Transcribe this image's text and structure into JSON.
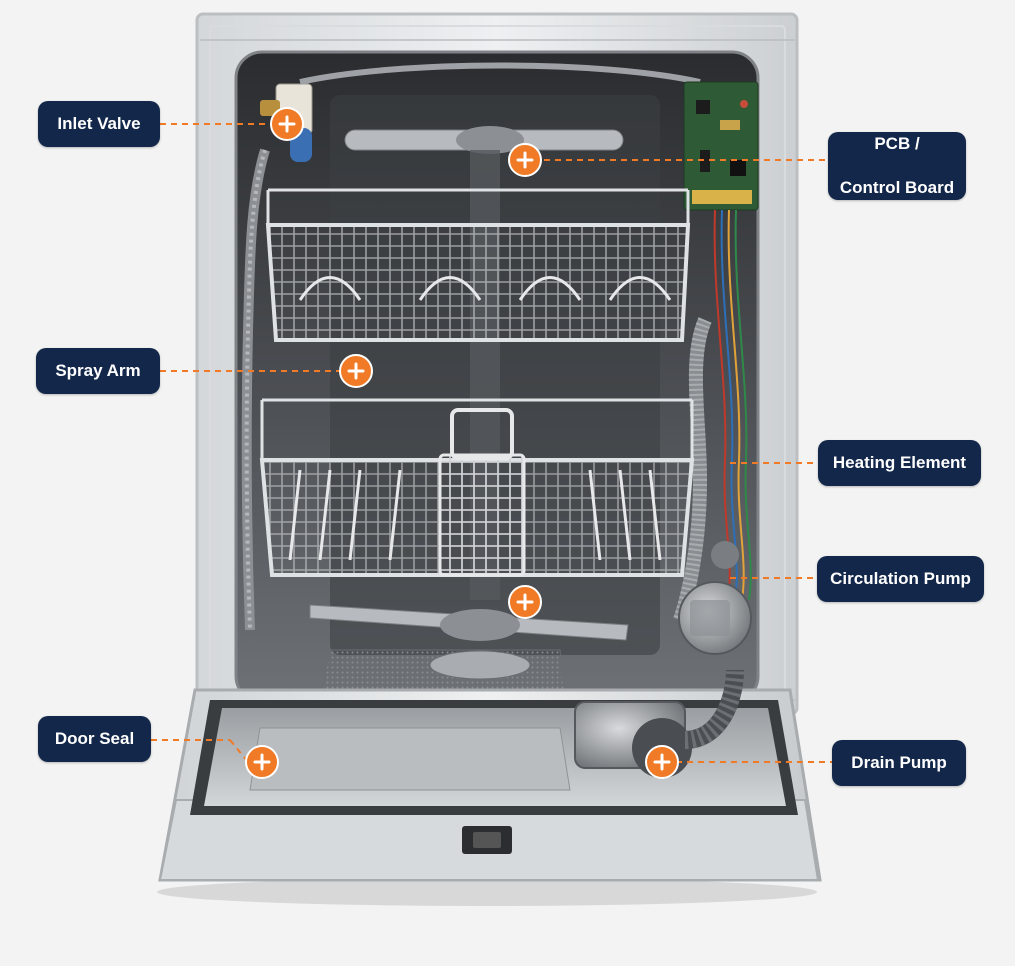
{
  "colors": {
    "label_bg": "#13274a",
    "label_text": "#ffffff",
    "accent": "#f07a25",
    "background": "#f3f3f3",
    "cabinet_steel": "#8a8f94"
  },
  "hotspot_icon": "plus-icon",
  "callouts": {
    "inlet_valve": "Inlet Valve",
    "pcb_line1": "PCB /",
    "pcb_line2": "Control Board",
    "spray_arm": "Spray Arm",
    "heating_element": "Heating Element",
    "circulation_pump": "Circulation Pump",
    "door_seal": "Door Seal",
    "drain_pump": "Drain Pump"
  }
}
